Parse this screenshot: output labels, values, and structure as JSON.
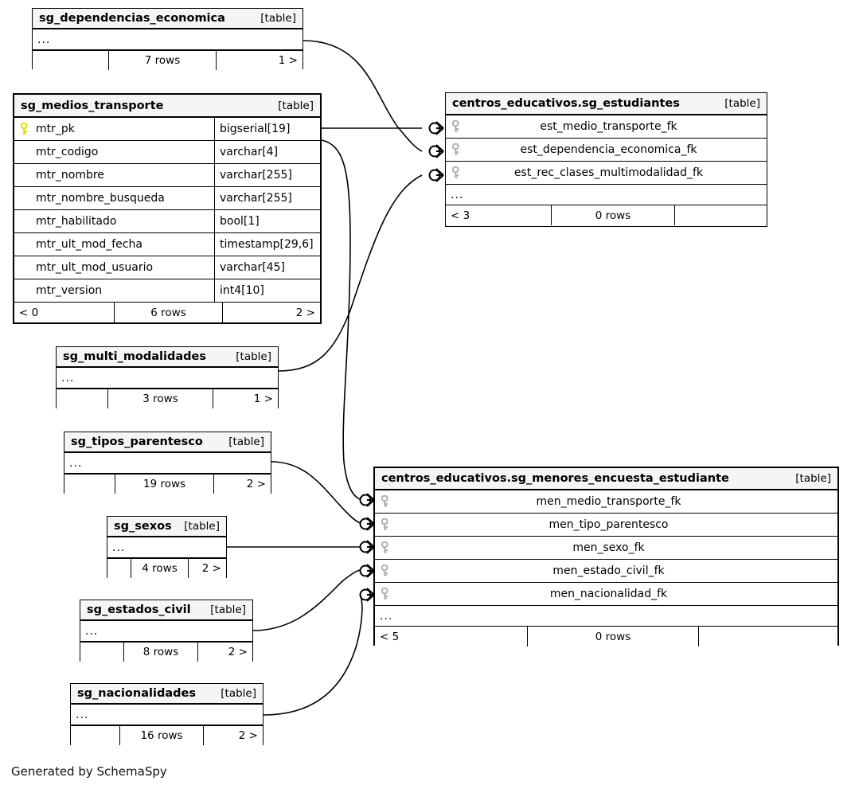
{
  "diagram": {
    "title": "SchemaSpy relationships diagram",
    "credit": "Generated by SchemaSpy",
    "table_tag": "[table]",
    "ellipsis": "...",
    "colors": {
      "background": "#ffffff",
      "border": "#000000",
      "header_fill": "#f5f5f5",
      "primary_key_icon": "#e8e800",
      "foreign_key_icon": "#b0b0b0",
      "edge": "#000000"
    }
  },
  "tables": [
    {
      "id": "sg_dependencias_economica",
      "name": "sg_dependencias_economica",
      "tag": "[table]",
      "columns": [],
      "has_ellipsis": true,
      "footer": {
        "left": "",
        "mid": "7 rows",
        "right": "1 >"
      }
    },
    {
      "id": "sg_medios_transporte",
      "name": "sg_medios_transporte",
      "tag": "[table]",
      "columns": [
        {
          "name": "mtr_pk",
          "type": "bigserial[19]",
          "key": "primary"
        },
        {
          "name": "mtr_codigo",
          "type": "varchar[4]",
          "key": "none"
        },
        {
          "name": "mtr_nombre",
          "type": "varchar[255]",
          "key": "none"
        },
        {
          "name": "mtr_nombre_busqueda",
          "type": "varchar[255]",
          "key": "none"
        },
        {
          "name": "mtr_habilitado",
          "type": "bool[1]",
          "key": "none"
        },
        {
          "name": "mtr_ult_mod_fecha",
          "type": "timestamp[29,6]",
          "key": "none"
        },
        {
          "name": "mtr_ult_mod_usuario",
          "type": "varchar[45]",
          "key": "none"
        },
        {
          "name": "mtr_version",
          "type": "int4[10]",
          "key": "none"
        }
      ],
      "has_ellipsis": false,
      "footer": {
        "left": "< 0",
        "mid": "6 rows",
        "right": "2 >"
      }
    },
    {
      "id": "centros_educativos.sg_estudiantes",
      "name": "centros_educativos.sg_estudiantes",
      "tag": "[table]",
      "columns": [
        {
          "name": "est_medio_transporte_fk",
          "type": "",
          "key": "foreign"
        },
        {
          "name": "est_dependencia_economica_fk",
          "type": "",
          "key": "foreign"
        },
        {
          "name": "est_rec_clases_multimodalidad_fk",
          "type": "",
          "key": "foreign"
        }
      ],
      "has_ellipsis": true,
      "footer": {
        "left": "< 3",
        "mid": "0 rows",
        "right": ""
      }
    },
    {
      "id": "sg_multi_modalidades",
      "name": "sg_multi_modalidades",
      "tag": "[table]",
      "columns": [],
      "has_ellipsis": true,
      "footer": {
        "left": "",
        "mid": "3 rows",
        "right": "1 >"
      }
    },
    {
      "id": "sg_tipos_parentesco",
      "name": "sg_tipos_parentesco",
      "tag": "[table]",
      "columns": [],
      "has_ellipsis": true,
      "footer": {
        "left": "",
        "mid": "19 rows",
        "right": "2 >"
      }
    },
    {
      "id": "sg_sexos",
      "name": "sg_sexos",
      "tag": "[table]",
      "columns": [],
      "has_ellipsis": true,
      "footer": {
        "left": "",
        "mid": "4 rows",
        "right": "2 >"
      }
    },
    {
      "id": "sg_estados_civil",
      "name": "sg_estados_civil",
      "tag": "[table]",
      "columns": [],
      "has_ellipsis": true,
      "footer": {
        "left": "",
        "mid": "8 rows",
        "right": "2 >"
      }
    },
    {
      "id": "sg_nacionalidades",
      "name": "sg_nacionalidades",
      "tag": "[table]",
      "columns": [],
      "has_ellipsis": true,
      "footer": {
        "left": "",
        "mid": "16 rows",
        "right": "2 >"
      }
    },
    {
      "id": "centros_educativos.sg_menores_encuesta_estudiante",
      "name": "centros_educativos.sg_menores_encuesta_estudiante",
      "tag": "[table]",
      "columns": [
        {
          "name": "men_medio_transporte_fk",
          "type": "",
          "key": "foreign"
        },
        {
          "name": "men_tipo_parentesco",
          "type": "",
          "key": "foreign"
        },
        {
          "name": "men_sexo_fk",
          "type": "",
          "key": "foreign"
        },
        {
          "name": "men_estado_civil_fk",
          "type": "",
          "key": "foreign"
        },
        {
          "name": "men_nacionalidad_fk",
          "type": "",
          "key": "foreign"
        }
      ],
      "has_ellipsis": true,
      "footer": {
        "left": "< 5",
        "mid": "0 rows",
        "right": ""
      }
    }
  ],
  "relationships": [
    {
      "from": "sg_dependencias_economica",
      "to": "centros_educativos.sg_estudiantes",
      "to_column": "est_dependencia_economica_fk"
    },
    {
      "from": "sg_medios_transporte",
      "to": "centros_educativos.sg_estudiantes",
      "to_column": "est_medio_transporte_fk"
    },
    {
      "from": "sg_multi_modalidades",
      "to": "centros_educativos.sg_estudiantes",
      "to_column": "est_rec_clases_multimodalidad_fk"
    },
    {
      "from": "sg_medios_transporte",
      "to": "centros_educativos.sg_menores_encuesta_estudiante",
      "to_column": "men_medio_transporte_fk"
    },
    {
      "from": "sg_tipos_parentesco",
      "to": "centros_educativos.sg_menores_encuesta_estudiante",
      "to_column": "men_tipo_parentesco"
    },
    {
      "from": "sg_sexos",
      "to": "centros_educativos.sg_menores_encuesta_estudiante",
      "to_column": "men_sexo_fk"
    },
    {
      "from": "sg_estados_civil",
      "to": "centros_educativos.sg_menores_encuesta_estudiante",
      "to_column": "men_estado_civil_fk"
    },
    {
      "from": "sg_nacionalidades",
      "to": "centros_educativos.sg_menores_encuesta_estudiante",
      "to_column": "men_nacionalidad_fk"
    }
  ]
}
